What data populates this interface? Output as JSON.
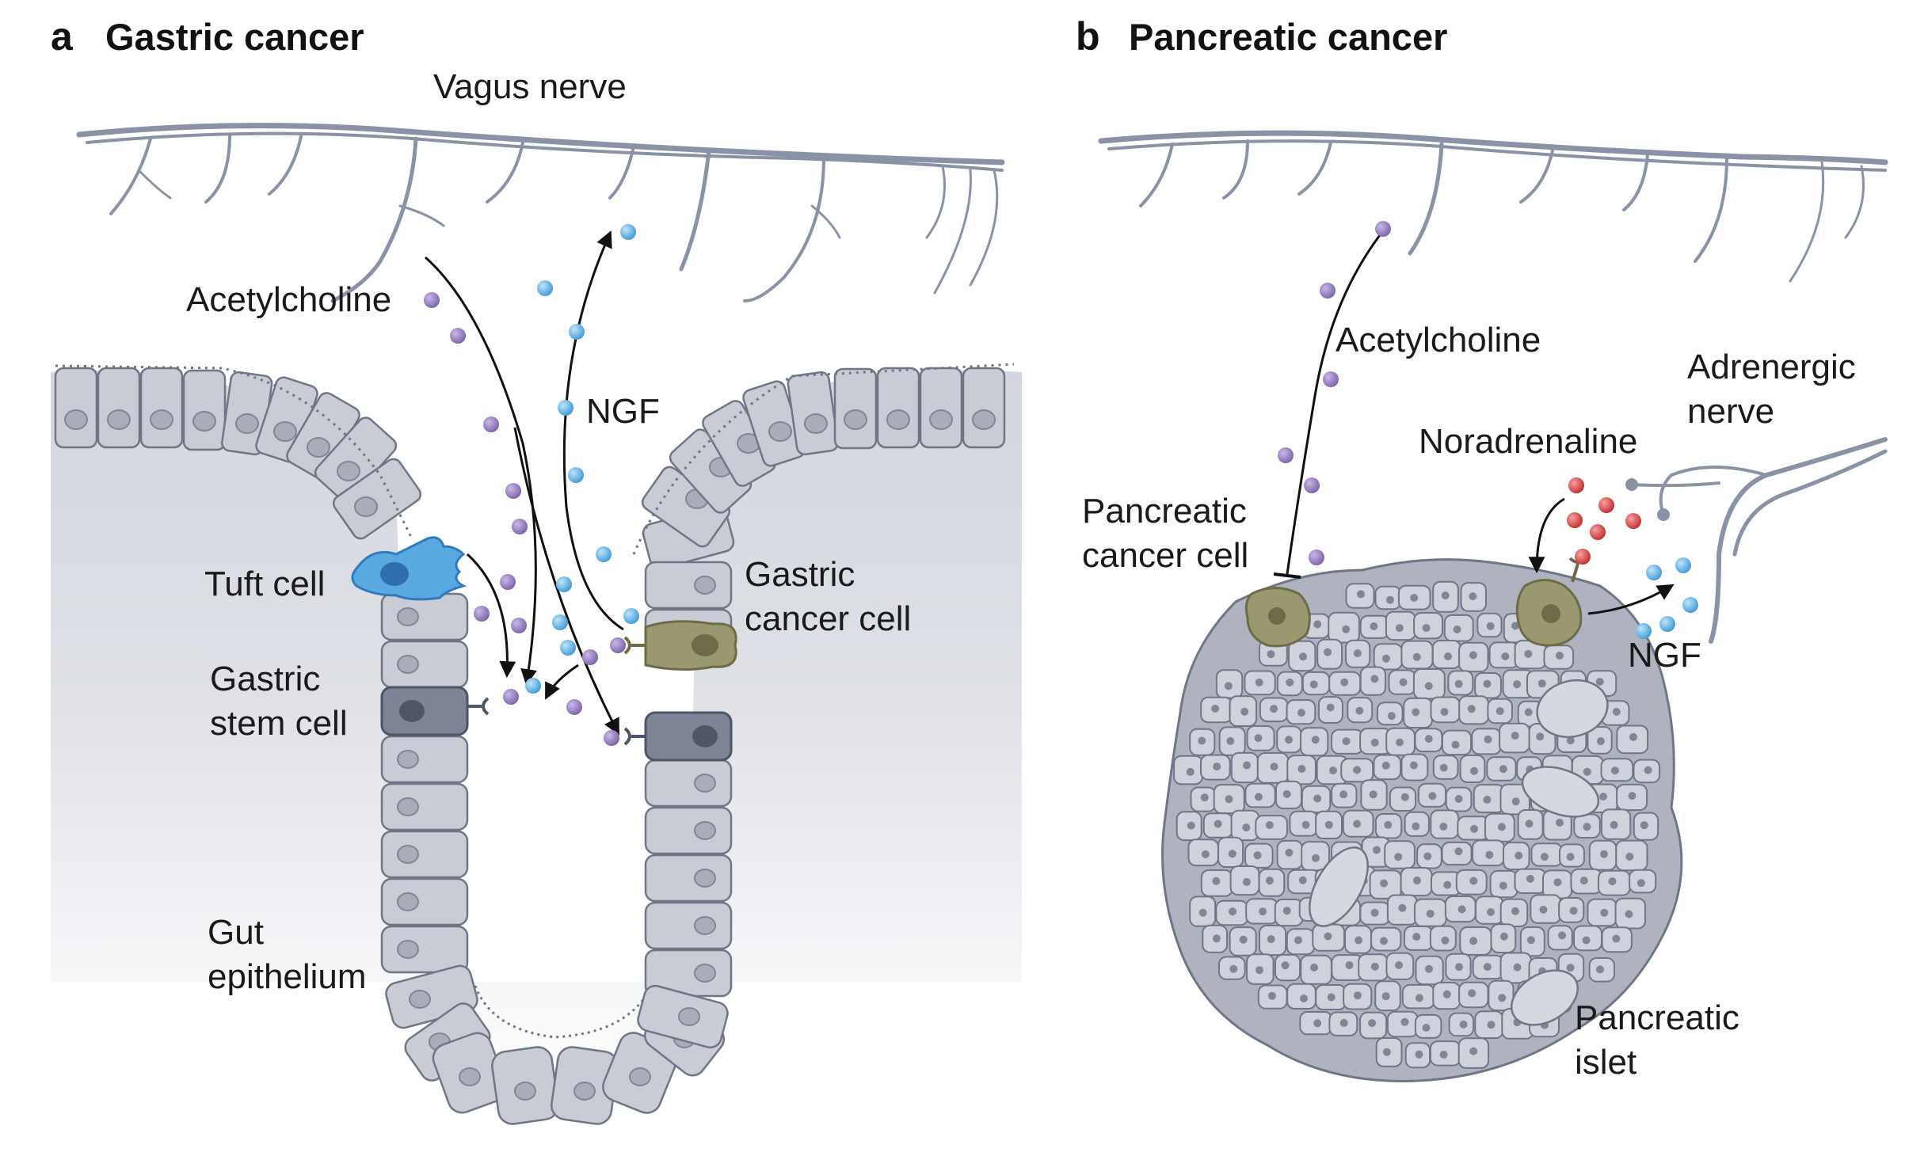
{
  "panels": [
    {
      "letter": "a",
      "title": "Gastric cancer"
    },
    {
      "letter": "b",
      "title": "Pancreatic cancer"
    }
  ],
  "panel_a": {
    "vagus_nerve": "Vagus nerve",
    "acetylcholine": "Acetylcholine",
    "ngf": "NGF",
    "tuft_cell": "Tuft cell",
    "gastric_stem_cell": [
      "Gastric",
      "stem cell"
    ],
    "gastric_cancer_cell": [
      "Gastric",
      "cancer cell"
    ],
    "gut_epithelium": [
      "Gut",
      "epithelium"
    ]
  },
  "panel_b": {
    "acetylcholine": "Acetylcholine",
    "adrenergic_nerve": [
      "Adrenergic",
      "nerve"
    ],
    "noradrenaline": "Noradrenaline",
    "pancreatic_cancer_cell": [
      "Pancreatic",
      "cancer cell"
    ],
    "ngf": "NGF",
    "pancreatic_islet": [
      "Pancreatic",
      "islet"
    ]
  },
  "colors": {
    "acetylcholine": "#8b74b8",
    "ngf": "#5aaee0",
    "noradrenaline": "#d94040",
    "tuft_cell": "#5aa8e0",
    "cancer_cell": "#9a9870",
    "stem_cell": "#7c8496",
    "epithelium": "#c9ccd4",
    "nerve": "#8a93a5"
  }
}
